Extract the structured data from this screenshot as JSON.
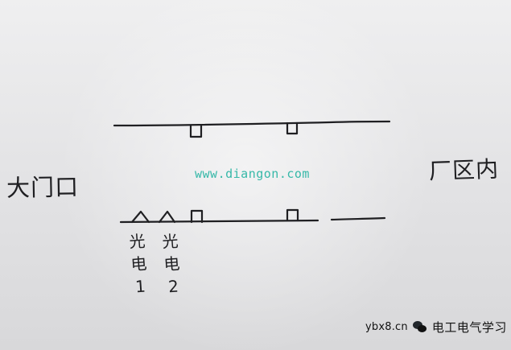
{
  "labels": {
    "gate_entrance": "大门口",
    "factory_inside": "厂区内",
    "sensor_1": [
      "光",
      "电",
      "1"
    ],
    "sensor_2": [
      "光",
      "电",
      "2"
    ]
  },
  "watermark": {
    "site": "www.diangon.com"
  },
  "source_badge": {
    "code": "ybx8.cn",
    "title": "电工电气学习",
    "icon": "wechat-icon"
  },
  "colors": {
    "background": "#e6e5e6",
    "ink": "#1f1f22",
    "watermark": "#36b8a8"
  }
}
